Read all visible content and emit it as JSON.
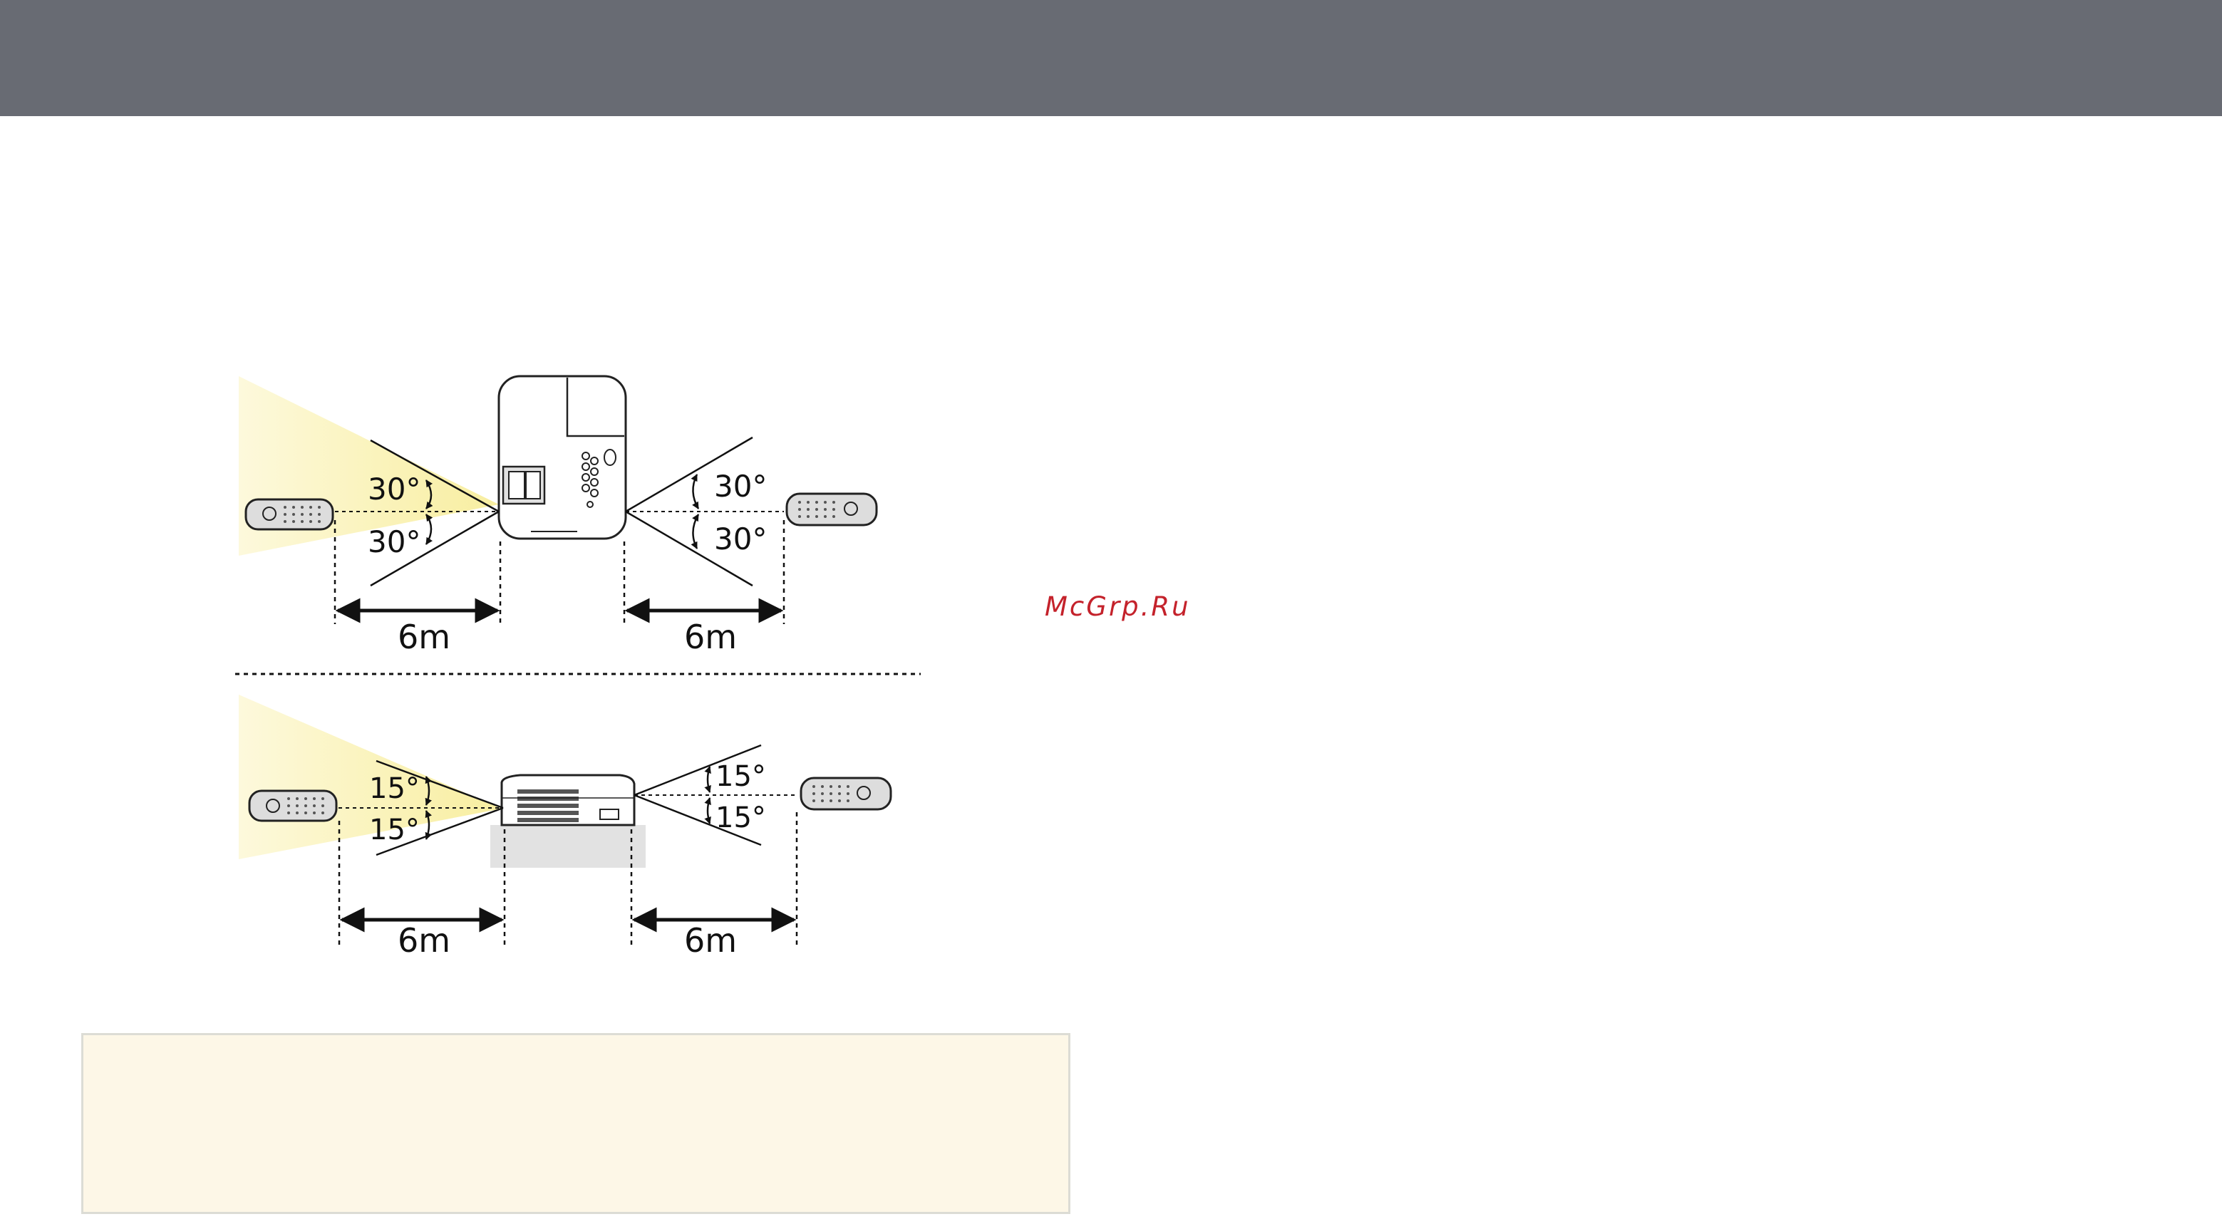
{
  "watermark": {
    "text": "McGrp.Ru"
  },
  "diagram": {
    "top_view": {
      "front_angle_upper": "30°",
      "front_angle_lower": "30°",
      "rear_angle_upper": "30°",
      "rear_angle_lower": "30°",
      "front_distance": "6m",
      "rear_distance": "6m"
    },
    "side_view": {
      "front_angle_upper": "15°",
      "front_angle_lower": "15°",
      "rear_angle_upper": "15°",
      "rear_angle_lower": "15°",
      "front_distance": "6m",
      "rear_distance": "6m"
    }
  },
  "colors": {
    "header": "#686b73",
    "watermark": "#c4222b",
    "note_background": "#fdf7e7",
    "beam": "#fbf2b0"
  }
}
